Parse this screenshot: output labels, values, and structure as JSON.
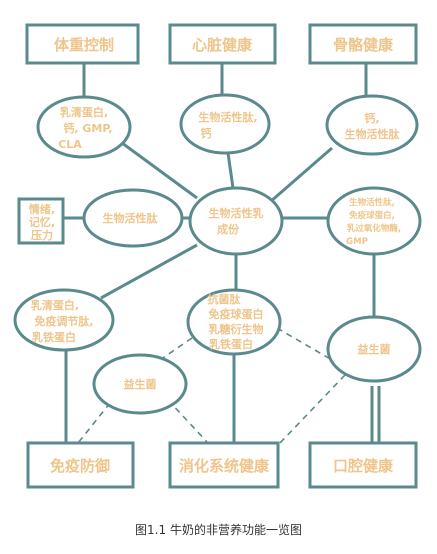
{
  "boxes": {
    "weight_control": "体重控制",
    "heart_health": "心脏健康",
    "bone_health": "骨骼健康",
    "emotion": [
      "情绪,",
      "记忆,",
      "压力"
    ],
    "immune_defense": "免疫防御",
    "digestive_health": "消化系统健康",
    "oral_health": "口腔健康"
  },
  "nodes": {
    "center": [
      "生物活性乳",
      "成份"
    ],
    "weight_factors": [
      "乳清蛋白,",
      "钙, GMP,",
      "CLA"
    ],
    "heart_factors": [
      "生物活性肽,",
      "钙"
    ],
    "bone_factors": [
      "钙,",
      "生物活性肽"
    ],
    "peptide": "生物活性肽",
    "oral_factors": [
      "生物活性肽,",
      "免疫球蛋白,",
      "乳过氧化物酶,",
      "GMP"
    ],
    "immune_factors": [
      "乳清蛋白,",
      "免疫调节肽,",
      "乳铁蛋白"
    ],
    "digestive_factors": [
      "抗菌肽",
      "免疫球蛋白",
      "乳糖衍生物",
      "乳铁蛋白"
    ],
    "probiotic_left": "益生菌",
    "probiotic_right": "益生菌"
  },
  "caption": "图1.1  牛奶的非营养功能一览图"
}
